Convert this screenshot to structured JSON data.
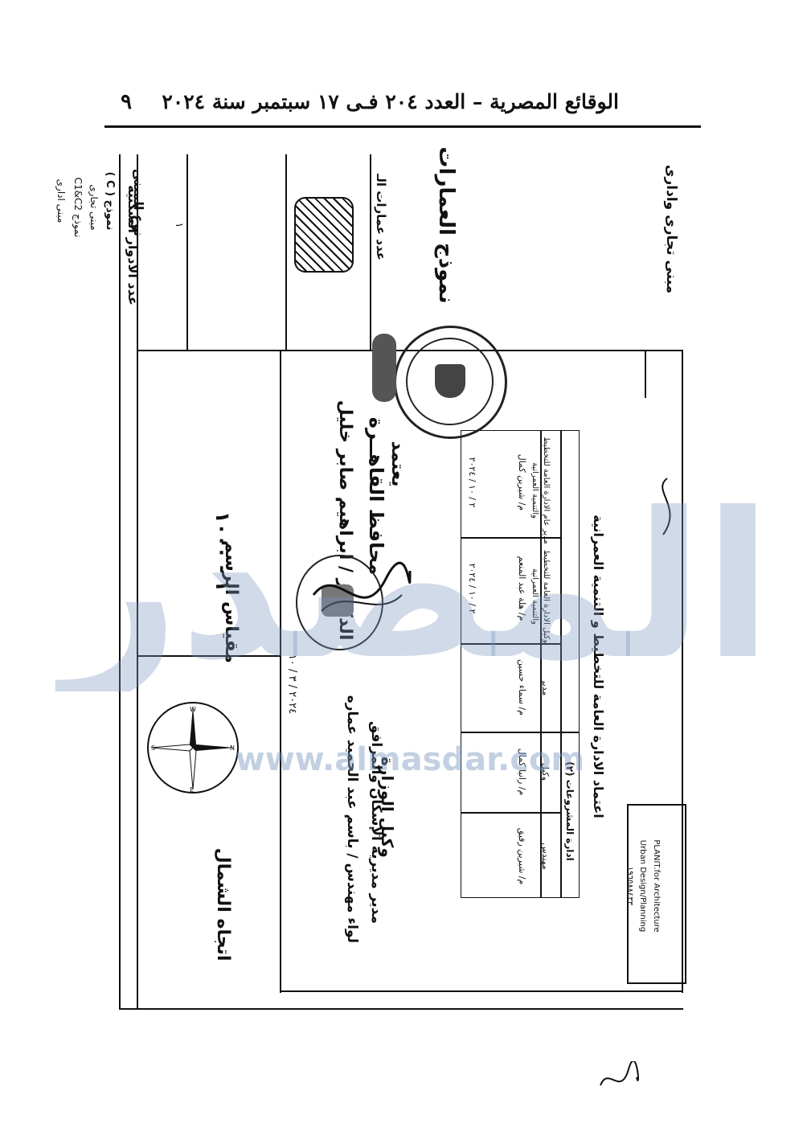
{
  "header": {
    "title": "الوقائع المصرية – العدد ٢٠٤ فـى ١٧ سبتمبر سنة ٢٠٢٤",
    "page_number": "٩"
  },
  "watermark": {
    "logo_text": "المصدر",
    "url": "www.almasdar.com"
  },
  "building_info": {
    "col_building_desc": "مبنى تجارى وادارى",
    "building_type_label": "نوع المبنى",
    "model_label": "نموذج ( C )",
    "model_desc_1": "مبنى تجارى",
    "model_desc_2": "نموذج C1&C2",
    "model_desc_3": "مبنى ادارى",
    "model_heading": "نموذج العمارات",
    "building_count_label": "عدد عمارات الـ",
    "units_label": "عدد الادوار السكنيه",
    "units_value": "١"
  },
  "approval": {
    "heading": "اعتماد الادارة العامة للتخطيط و التنمية العمرانية",
    "sub_heading": "ادارة المشروعات (٢)",
    "roles": [
      {
        "title": "مدير عام الادارة العامة للتخطيط والتنمية العمرانية",
        "name": "م/ شيرين كمال",
        "date": "٢ / ١٠ / ٢٠٢٤"
      },
      {
        "title": "وكيل الادارة العامة للتخطيط والتنمية العمرانية",
        "name": "م/ هلة عبد المنعم",
        "date": "٢ / ١٠ / ٢٠٢٤"
      },
      {
        "title": "مدير",
        "name": "م/ سماء حسين",
        "date": ""
      },
      {
        "title": "وكيل",
        "name": "م/ رانيا كمال",
        "date": ""
      },
      {
        "title": "مهندس",
        "name": "م/ شيرين رفيق",
        "date": ""
      }
    ]
  },
  "signatures": {
    "governor_label": "يعتمد",
    "governor_title": "محافظ القاهــرة",
    "governor_name": "الدكتور / ابراهيم صابر خليل",
    "deputy_label": "وكيل الوزارة",
    "deputy_title": "مدير مديرية الإسكان والمرافق",
    "deputy_name": "لواء مهندس / باسم عبد الحميد عماره",
    "deputy_date": "٢٠٢٤ / ٣ / ١٠"
  },
  "scale": {
    "label": "مقياس الرسم",
    "value": "١ - ١٠٠٠"
  },
  "north": {
    "label": "اتجاه الشمال",
    "compass": {
      "n": "N",
      "s": "S",
      "e": "E",
      "w": "W"
    }
  },
  "office_stamp": {
    "line1": "PLANIT.for Architecture",
    "line2": "Urban Design/Planning",
    "line3": "١٩٦٥٨٨٤٣٣"
  },
  "colors": {
    "ink": "#111111",
    "watermark": "#7896be"
  }
}
